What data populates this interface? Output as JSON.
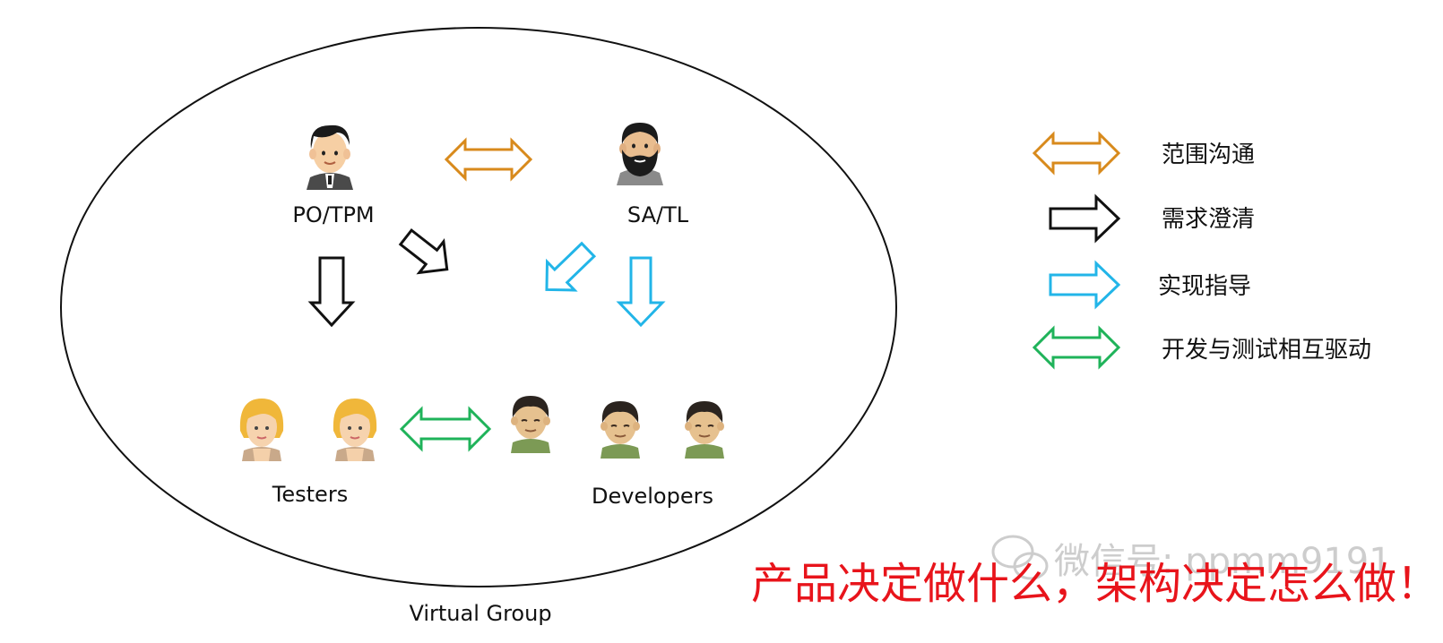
{
  "colors": {
    "scope": "#d88a1c",
    "clarify": "#111111",
    "guide": "#22b5e8",
    "drive": "#1fb35a",
    "slogan": "#e8141b",
    "watermark": "#b8b8b8"
  },
  "roles": {
    "po_tpm": "PO/TPM",
    "sa_tl": "SA/TL",
    "testers": "Testers",
    "developers": "Developers"
  },
  "group_label": "Virtual Group",
  "legend": [
    {
      "label": "范围沟通",
      "icon": "double-arrow-icon",
      "color": "#d88a1c"
    },
    {
      "label": "需求澄清",
      "icon": "right-arrow-icon",
      "color": "#111111"
    },
    {
      "label": "实现指导",
      "icon": "right-arrow-icon",
      "color": "#22b5e8"
    },
    {
      "label": "开发与测试相互驱动",
      "icon": "double-arrow-icon",
      "color": "#1fb35a"
    }
  ],
  "watermark": "微信号: ppmm9191",
  "slogan": "产品决定做什么，架构决定怎么做！"
}
